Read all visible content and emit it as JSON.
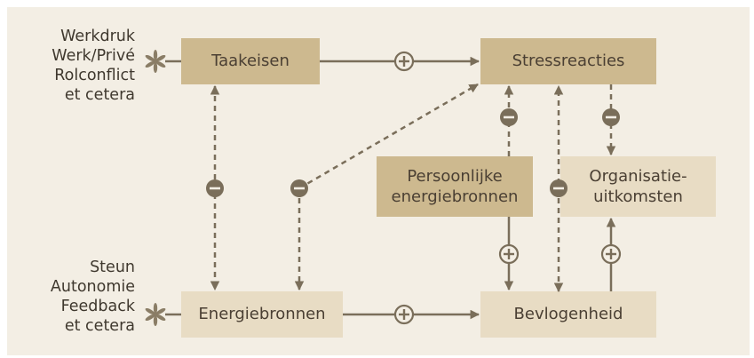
{
  "colors": {
    "panel": "#f3eee4",
    "box_dark": "#cdb98f",
    "box_light": "#e8dcc4",
    "line": "#7a6e5a",
    "text": "#4a3f33"
  },
  "nodes": {
    "taakeisen": "Taakeisen",
    "stressreacties": "Stressreacties",
    "persoonlijke": "Persoonlijke\nenergiebronnen",
    "organisatie": "Organisatie-\nuitkomsten",
    "energiebronnen": "Energiebronnen",
    "bevlogenheid": "Bevlogenheid"
  },
  "demands_examples": [
    "Werkdruk",
    "Werk/Privé",
    "Rolconflict",
    "et cetera"
  ],
  "resources_examples": [
    "Steun",
    "Autonomie",
    "Feedback",
    "et cetera"
  ],
  "signs": {
    "positive": "+",
    "negative": "−"
  },
  "icons": {
    "bullet": "asterisk-icon"
  }
}
